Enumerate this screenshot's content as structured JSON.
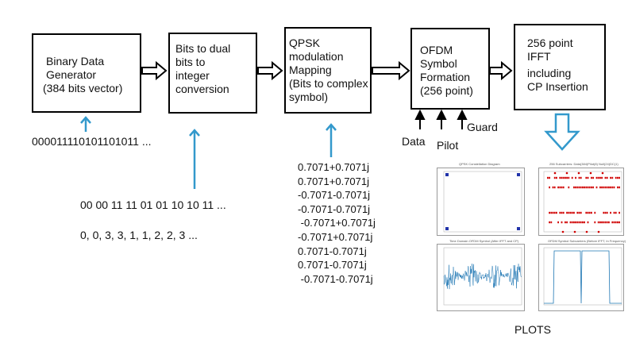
{
  "blocks": [
    {
      "lines": [
        "Binary Data",
        "Generator",
        "(384 bits vector)"
      ]
    },
    {
      "lines": [
        "Bits to dual",
        "bits to",
        "integer",
        "conversion"
      ]
    },
    {
      "lines": [
        "QPSK",
        "modulation",
        "Mapping",
        "(Bits to complex",
        "symbol)"
      ]
    },
    {
      "lines": [
        "OFDM",
        "Symbol",
        "Formation",
        "(256 point)"
      ]
    },
    {
      "lines": [
        "256 point",
        "IFFT",
        "including",
        "CP Insertion"
      ]
    }
  ],
  "inputs": {
    "data": "Data",
    "pilot": "Pilot",
    "guard": "Guard"
  },
  "sequences": {
    "bits": "000011110101101011 ...",
    "dual_bits": "00 00 11 11 01 01 10 10 11 ...",
    "integers": "0, 0, 3, 3, 1, 1, 2, 2, 3  ..."
  },
  "qpsk_symbols": [
    "0.7071+0.7071j",
    "0.7071+0.7071j",
    "-0.7071-0.7071j",
    "-0.7071-0.7071j",
    " -0.7071+0.7071j",
    "-0.7071+0.7071j",
    "0.7071-0.7071j",
    "0.7071-0.7071j",
    " -0.7071-0.7071j"
  ],
  "plots": {
    "label": "PLOTS",
    "titles": [
      "QPSK Constellation Diagram",
      "256 Subcarriers: Data(384)Pilot(8) Null(24)DC(1)",
      "Time Domain OFDM Symbol (After IFFT and CP)",
      "OFDM Symbol Subcarriers (Before IFFT, In Frequency)"
    ]
  },
  "colors": {
    "arrow_blue": "#3399cc",
    "box_border": "#000000",
    "plot_red": "#d00000",
    "plot_blue": "#1f77b4"
  }
}
